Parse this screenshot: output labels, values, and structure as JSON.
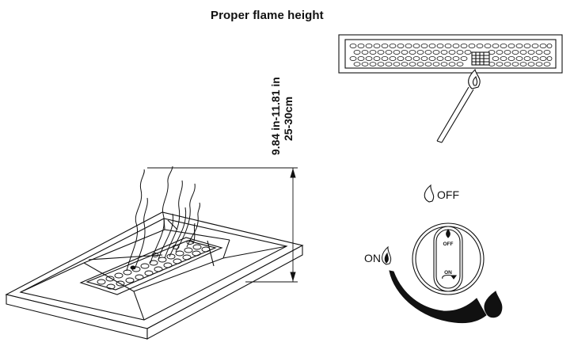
{
  "title": "Proper flame height",
  "dimension": {
    "imperial": "9.84 in-11.81 in",
    "metric": "25-30cm"
  },
  "knob": {
    "off_label": "OFF",
    "on_label": "ON",
    "knob_off_text": "OFF",
    "knob_on_text": "ON"
  },
  "icons": [
    "flame-icon",
    "rotation-arrow-icon"
  ]
}
